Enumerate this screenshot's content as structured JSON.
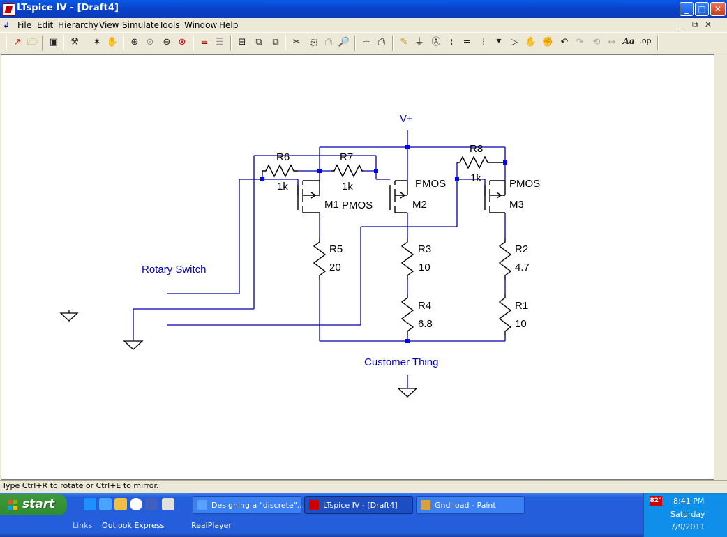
{
  "window": {
    "title": "LTspice IV - [Draft4]",
    "controls": {
      "minimize": "_",
      "maximize": "□",
      "close": "✕"
    }
  },
  "menu": {
    "items": [
      "File",
      "Edit",
      "Hierarchy",
      "View",
      "Simulate",
      "Tools",
      "Window",
      "Help"
    ],
    "mdi_controls": {
      "minimize": "_",
      "restore": "⧉",
      "close": "✕"
    }
  },
  "toolbar": {
    "icons": [
      "new-schematic-icon",
      "open-icon",
      "save-icon",
      "control-panel-icon",
      "run-icon",
      "halt-icon",
      "zoom-in-icon",
      "zoom-area-icon",
      "zoom-out-icon",
      "zoom-fit-icon",
      "waveform-icon",
      "autorange-icon",
      "tile-icon",
      "cascade-icon",
      "close-all-icon",
      "cut-icon",
      "copy-icon",
      "paste-icon",
      "find-icon",
      "print-setup-icon",
      "print-icon",
      "wire-icon",
      "ground-icon",
      "label-icon",
      "resistor-icon",
      "capacitor-icon",
      "inductor-icon",
      "diode-icon",
      "component-icon",
      "move-icon",
      "drag-icon",
      "undo-icon",
      "redo-icon",
      "rotate-icon",
      "mirror-icon",
      "text-icon",
      "spice-directive-icon"
    ],
    "text_glyphs": {
      "text": "Aa",
      "spice": ".op"
    }
  },
  "schematic": {
    "net_label_vplus": "V+",
    "components": {
      "R6": {
        "name": "R6",
        "value": "1k"
      },
      "R7": {
        "name": "R7",
        "value": "1k"
      },
      "R8": {
        "name": "R8",
        "value": "1k"
      },
      "M1": {
        "name": "M1",
        "model": "PMOS"
      },
      "M2": {
        "name": "M2",
        "model": "PMOS"
      },
      "M3": {
        "name": "M3",
        "model": "PMOS"
      },
      "R5": {
        "name": "R5",
        "value": "20"
      },
      "R3": {
        "name": "R3",
        "value": "10"
      },
      "R4": {
        "name": "R4",
        "value": "6.8"
      },
      "R2": {
        "name": "R2",
        "value": "4.7"
      },
      "R1": {
        "name": "R1",
        "value": "10"
      }
    },
    "rotary_switch_label": "Rotary Switch",
    "load_label": "Customer Thing",
    "colors": {
      "wire": "#0000A8",
      "component": "#000000",
      "junction": "#0000FF",
      "label": "#0000C8"
    }
  },
  "status_bar": {
    "message": "Type Ctrl+R to rotate or Ctrl+E to mirror."
  },
  "taskbar": {
    "start_label": "start",
    "tasks": [
      {
        "label": "Designing a \"discrete\"...",
        "icon": "ie-icon",
        "active": false
      },
      {
        "label": "LTspice IV - [Draft4]",
        "icon": "ltspice-icon",
        "active": true
      },
      {
        "label": "Gnd load - Paint",
        "icon": "paint-icon",
        "active": false
      }
    ],
    "links_label": "Links",
    "links": [
      "Outlook Express",
      "RealPlayer"
    ],
    "tray": {
      "temperature": "82°",
      "time": "8:41 PM",
      "day": "Saturday",
      "date": "7/9/2011"
    }
  }
}
